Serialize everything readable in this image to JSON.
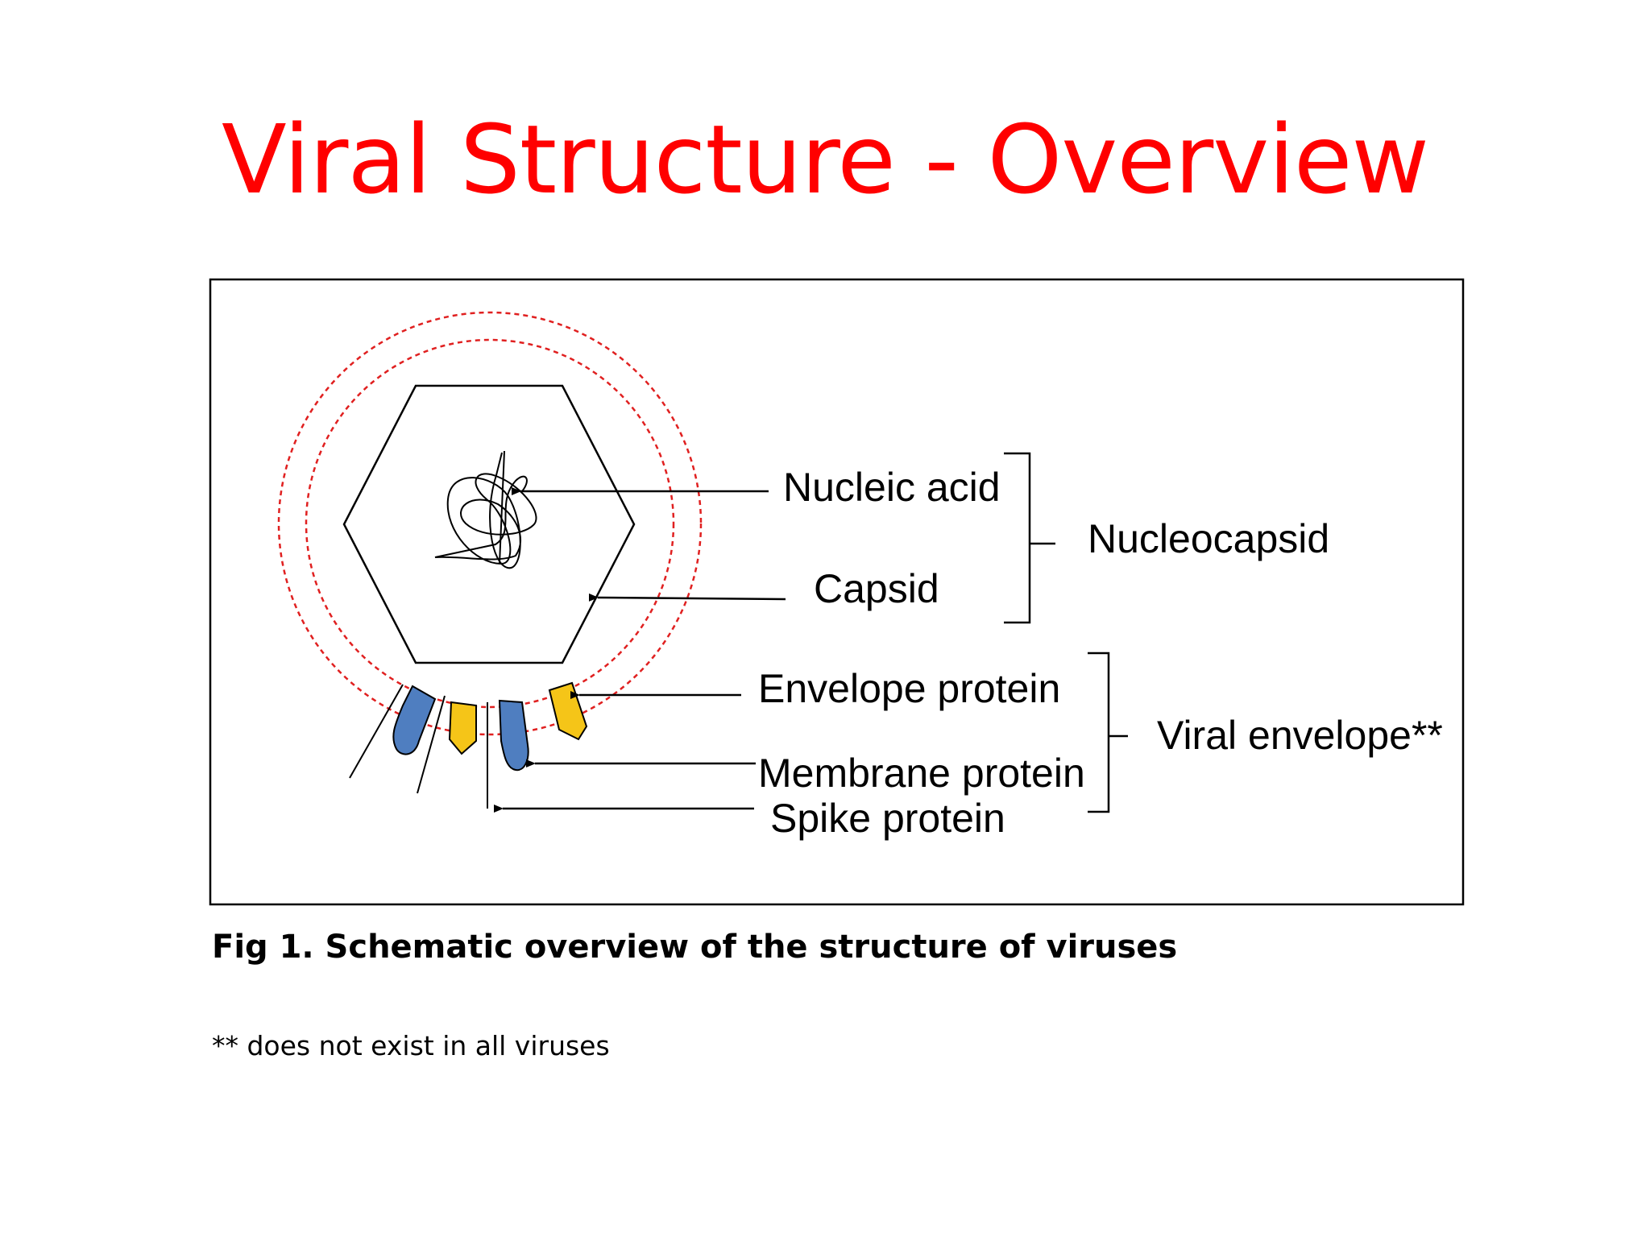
{
  "slide": {
    "title": "Viral Structure - Overview",
    "caption": "Fig 1. Schematic overview of the structure of viruses",
    "footnote": "** does not exist in all viruses"
  },
  "diagram": {
    "labels": {
      "nucleic_acid": "Nucleic acid",
      "capsid": "Capsid",
      "nucleocapsid": "Nucleocapsid",
      "envelope_protein": "Envelope protein",
      "membrane_protein": "Membrane protein",
      "spike_protein": "Spike protein",
      "viral_envelope": "Viral envelope**"
    },
    "colors": {
      "envelope_ring": "#e02020",
      "membrane_protein": "#4f7ec0",
      "envelope_protein": "#f5c518",
      "outline": "#000000"
    }
  }
}
